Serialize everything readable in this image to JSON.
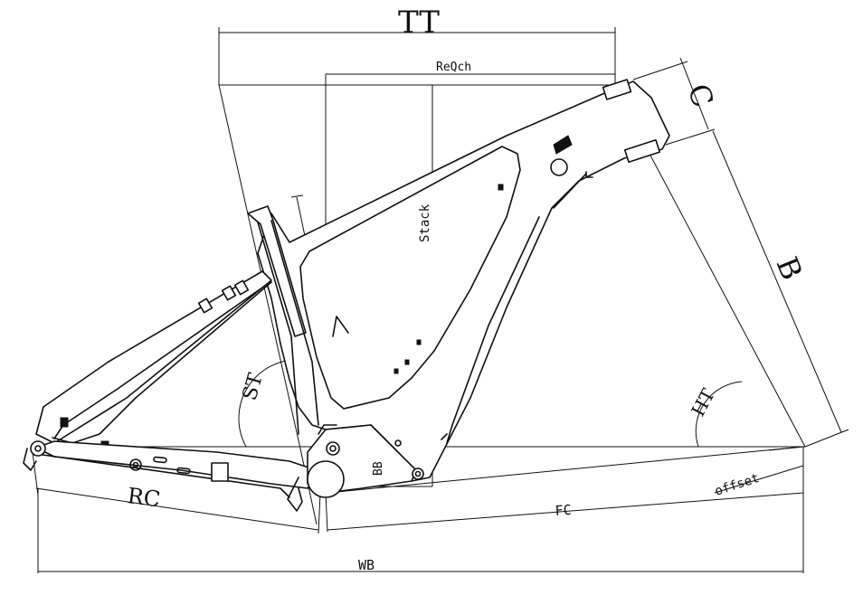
{
  "labels": {
    "tt": "TT",
    "reach": "ReQch",
    "c": "C",
    "b": "B",
    "stack": "Stack",
    "st": "ST",
    "ht": "HT",
    "bb": "BB",
    "rc": "RC",
    "fc": "FC",
    "offset": "offset",
    "wb": "WB"
  }
}
